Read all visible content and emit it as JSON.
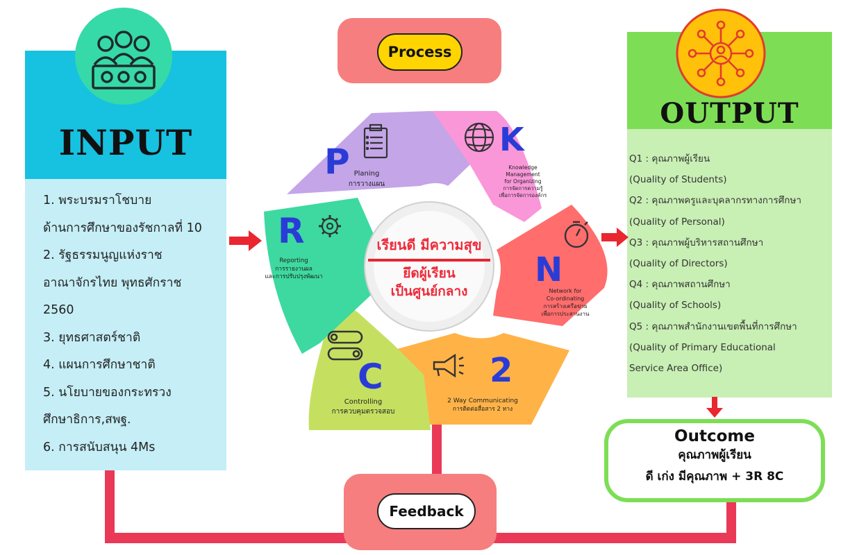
{
  "input": {
    "title": "INPUT",
    "icon": "students-group-icon",
    "items": [
      "1. พระบรมราโชบาย",
      "ด้านการศึกษาของรัชกาลที่ 10",
      "2. รัฐธรรมนูญแห่งราช",
      "อาณาจักรไทย พุทธศักราช",
      "2560",
      "3. ยุทธศาสตร์ชาติ",
      "4. แผนการศึกษาชาติ",
      "5. นโยบายของกระทรวง",
      "ศึกษาธิการ,สพฐ.",
      "6. การสนับสนุน 4Ms"
    ]
  },
  "process": {
    "label": "Process",
    "center": {
      "line1": "เรียนดี มีความสุข",
      "line2": "ยึดผู้เรียน",
      "line3": "เป็นศูนย์กลาง"
    },
    "segments": {
      "p": {
        "letter": "P",
        "en": "Planing",
        "th": "การวางแผน",
        "icon": "clipboard-icon",
        "color": "#c3a5e8"
      },
      "k": {
        "letter": "K",
        "en1": "Knowledge",
        "en2": "Management",
        "en3": "for Organizing",
        "th1": "การจัดการความรู้",
        "th2": "เพื่อการจัดการองค์กร",
        "icon": "globe-icon",
        "color": "#f997d9"
      },
      "n": {
        "letter": "N",
        "en1": "Network for",
        "en2": "Co-ordinating",
        "th1": "การสร้างเครือข่าย",
        "th2": "เพื่อการประสานงาน",
        "icon": "stopwatch-icon",
        "color": "#ff6d6d"
      },
      "two": {
        "letter": "2",
        "en": "2 Way Communicating",
        "th": "การติดต่อสื่อสาร 2 ทาง",
        "icon": "megaphone-icon",
        "color": "#ffb347"
      },
      "c": {
        "letter": "C",
        "en": "Controlling",
        "th": "การควบคุมตรวจสอบ",
        "icon": "toggle-switches-icon",
        "color": "#c5e061"
      },
      "r": {
        "letter": "R",
        "en": "Reporting",
        "th1": "การรายงานผล",
        "th2": "และการปรับปรุงพัฒนา",
        "icon": "gears-icon",
        "color": "#3dd9a0"
      }
    }
  },
  "output": {
    "title": "OUTPUT",
    "icon": "network-person-icon",
    "items": [
      "Q1 : คุณภาพผู้เรียน",
      "(Quality of Students)",
      "Q2 : คุณภาพครูและบุคลากรทางการศึกษา",
      "(Quality of Personal)",
      "Q3 : คุณภาพผู้บริหารสถานศึกษา",
      "(Quality of Directors)",
      "Q4 : คุณภาพสถานศึกษา",
      "(Quality of Schools)",
      "Q5 : คุณภาพสำนักงานเขตพื้นที่การศึกษา",
      "(Quality of Primary Educational",
      "Service Area Office)"
    ]
  },
  "outcome": {
    "title": "Outcome",
    "line1": "คุณภาพผู้เรียน",
    "line2": "ดี เก่ง มีคุณภาพ + 3R 8C"
  },
  "feedback": {
    "label": "Feedback"
  },
  "colors": {
    "accent_red": "#ea3957",
    "input_blue": "#17c1e0",
    "output_green": "#7dde55",
    "salmon": "#f67e7e"
  }
}
